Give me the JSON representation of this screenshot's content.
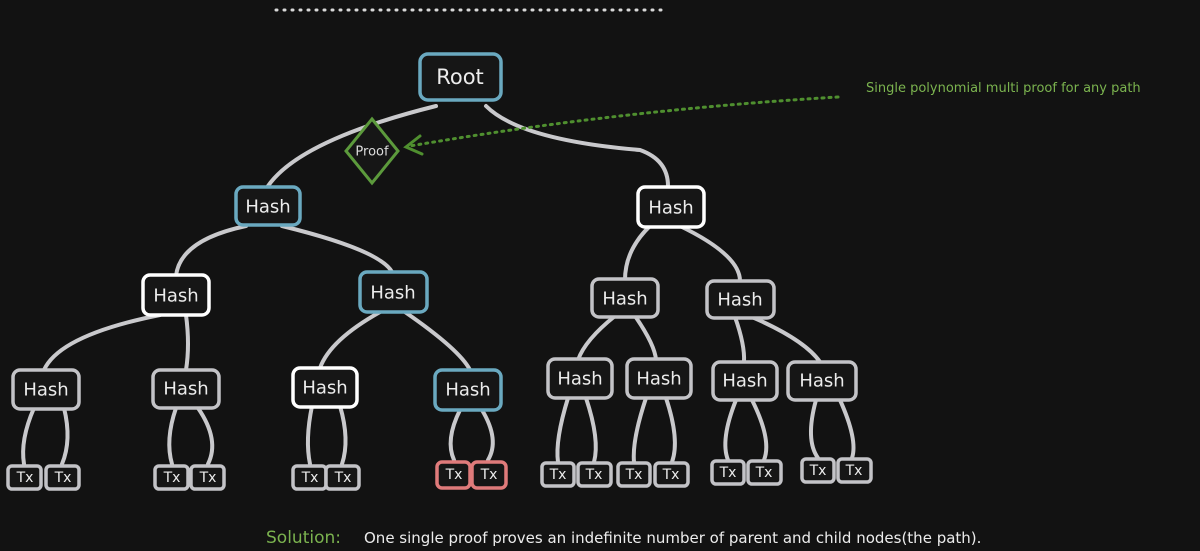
{
  "nodes": {
    "root": "Root",
    "hash": "Hash",
    "tx": "Tx",
    "proof": "Proof"
  },
  "annotation": "Single polynomial multi proof for any path",
  "caption": {
    "label": "Solution:",
    "text": "One single proof proves an indefinite number of parent and child nodes(the path)."
  },
  "colors": {
    "path_highlight": "#6aa9c0",
    "tx_highlight": "#e07b7b",
    "proof_green": "#5c9a3c",
    "annotation_green": "#7bb34f",
    "background": "#121212"
  }
}
